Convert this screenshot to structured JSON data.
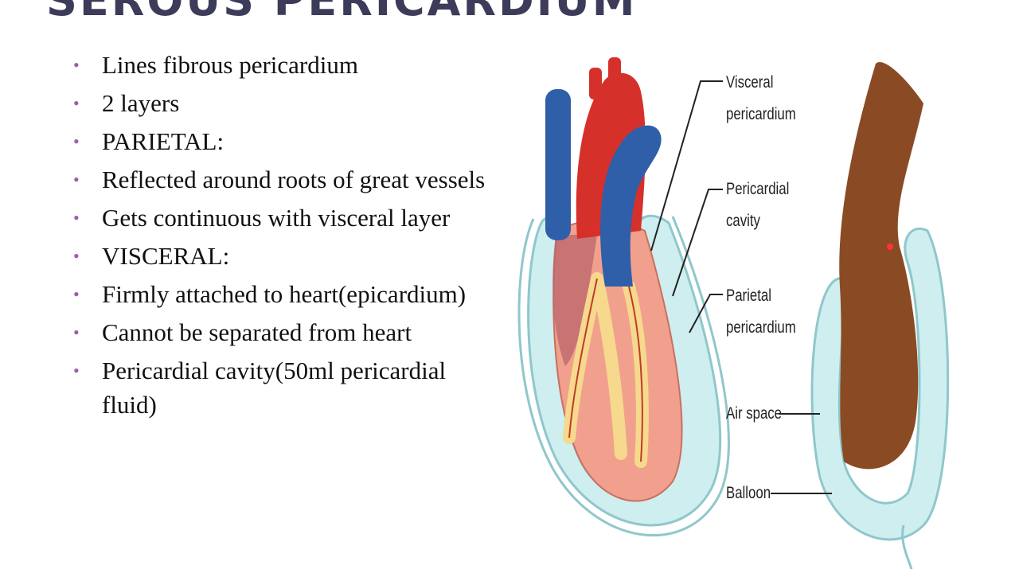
{
  "slide": {
    "title": "SEROUS PERICARDIUM",
    "bullets": [
      "Lines fibrous pericardium",
      "2 layers",
      "PARIETAL:",
      "Reflected around roots of great vessels",
      "Gets continuous with visceral layer",
      "VISCERAL:",
      "Firmly attached to heart(epicardium)",
      "Cannot be separated from heart",
      "Pericardial cavity(50ml pericardial fluid)"
    ]
  },
  "figure": {
    "labels": {
      "visceral_l1": "Visceral",
      "visceral_l2": "pericardium",
      "cavity_l1": "Pericardial",
      "cavity_l2": "cavity",
      "parietal_l1": "Parietal",
      "parietal_l2": "pericardium",
      "air_space": "Air space",
      "balloon": "Balloon"
    }
  },
  "colors": {
    "title": "#3d3b5a",
    "bullet": "#a05bb0",
    "sac": "#cfeeef",
    "sac_outline": "#8fc7cc",
    "artery": "#d6302b",
    "vein": "#2f5fa8",
    "myocardium": "#f1a08e",
    "fat": "#f6d98c",
    "fist": "#8a4b24"
  }
}
